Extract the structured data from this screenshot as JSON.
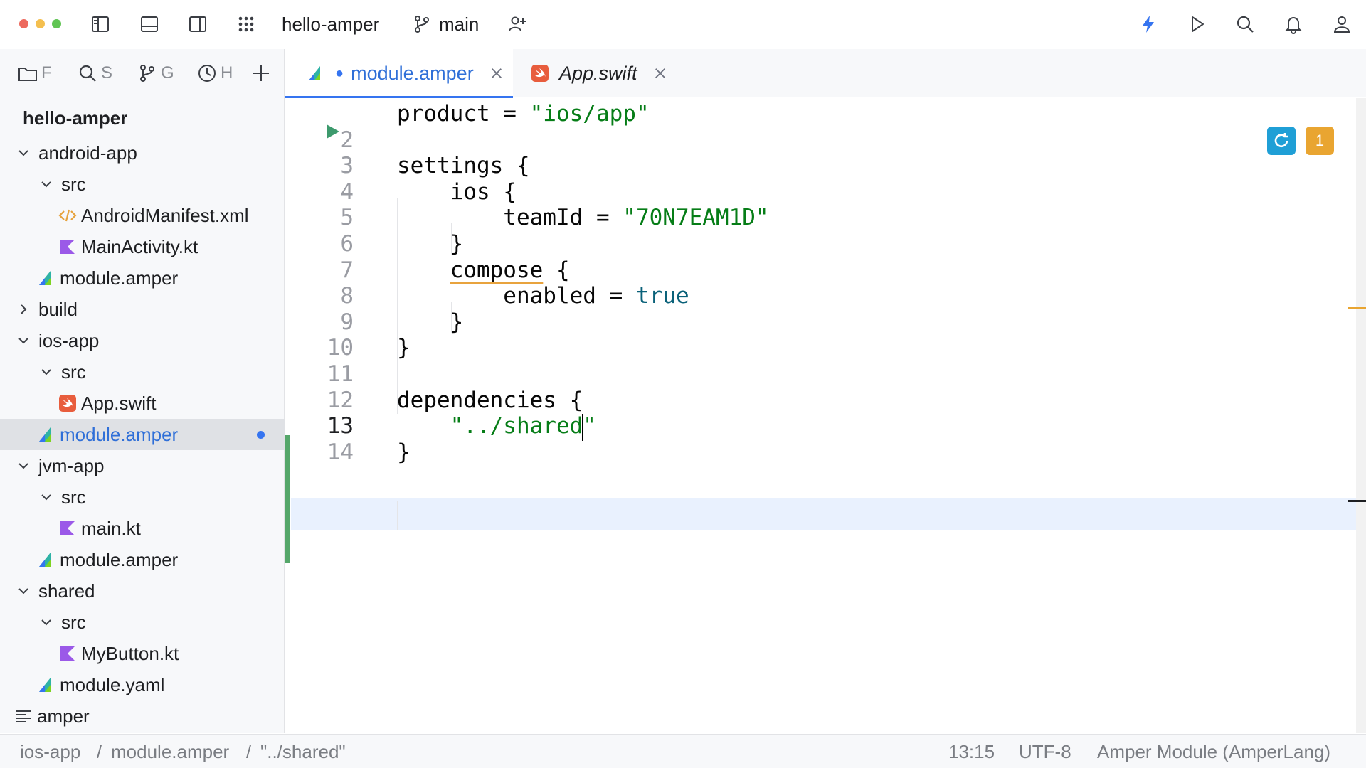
{
  "window": {
    "project_name": "hello-amper",
    "branch": "main"
  },
  "colors": {
    "accent": "#3574f0",
    "string": "#067d17",
    "keyword": "#0a6179",
    "warning": "#e9a531",
    "change_bar": "#55a76a",
    "kotlin": "#9b59e8",
    "swift": "#e85d3d",
    "xml": "#e6a23c"
  },
  "sidebar": {
    "tabs": [
      {
        "icon": "folder-icon",
        "label": "F"
      },
      {
        "icon": "search-icon",
        "label": "S"
      },
      {
        "icon": "branch-icon",
        "label": "G"
      },
      {
        "icon": "clock-icon",
        "label": "H"
      },
      {
        "icon": "plus-icon",
        "label": ""
      }
    ],
    "root": "hello-amper",
    "tree": [
      {
        "label": "android-app",
        "level": 0,
        "type": "folder",
        "expanded": true
      },
      {
        "label": "src",
        "level": 1,
        "type": "folder",
        "expanded": true
      },
      {
        "label": "AndroidManifest.xml",
        "level": 2,
        "type": "xml"
      },
      {
        "label": "MainActivity.kt",
        "level": 2,
        "type": "kotlin"
      },
      {
        "label": "module.amper",
        "level": 1,
        "type": "amper"
      },
      {
        "label": "build",
        "level": 0,
        "type": "folder",
        "expanded": false
      },
      {
        "label": "ios-app",
        "level": 0,
        "type": "folder",
        "expanded": true
      },
      {
        "label": "src",
        "level": 1,
        "type": "folder",
        "expanded": true
      },
      {
        "label": "App.swift",
        "level": 2,
        "type": "swift"
      },
      {
        "label": "module.amper",
        "level": 1,
        "type": "amper",
        "selected": true,
        "modified": true
      },
      {
        "label": "jvm-app",
        "level": 0,
        "type": "folder",
        "expanded": true
      },
      {
        "label": "src",
        "level": 1,
        "type": "folder",
        "expanded": true
      },
      {
        "label": "main.kt",
        "level": 2,
        "type": "kotlin"
      },
      {
        "label": "module.amper",
        "level": 1,
        "type": "amper"
      },
      {
        "label": "shared",
        "level": 0,
        "type": "folder",
        "expanded": true
      },
      {
        "label": "src",
        "level": 1,
        "type": "folder",
        "expanded": true
      },
      {
        "label": "MyButton.kt",
        "level": 2,
        "type": "kotlin"
      },
      {
        "label": "module.yaml",
        "level": 1,
        "type": "amper"
      },
      {
        "label": "amper",
        "level": 0,
        "type": "text"
      }
    ]
  },
  "editor_tabs": [
    {
      "label": "module.amper",
      "active": true,
      "modified": true,
      "icon": "amper-icon"
    },
    {
      "label": "App.swift",
      "active": false,
      "modified": false,
      "icon": "swift-icon"
    }
  ],
  "editor": {
    "inspection_count": "1",
    "lines": [
      {
        "n": "",
        "tokens": [
          {
            "t": "product = "
          },
          {
            "t": "\"ios/app\"",
            "c": "str"
          }
        ]
      },
      {
        "n": "2",
        "tokens": []
      },
      {
        "n": "3",
        "tokens": [
          {
            "t": "settings {"
          }
        ]
      },
      {
        "n": "4",
        "tokens": [
          {
            "t": "    ios {"
          }
        ]
      },
      {
        "n": "5",
        "tokens": [
          {
            "t": "        teamId = "
          },
          {
            "t": "\"70N7EAM1D\"",
            "c": "str"
          }
        ]
      },
      {
        "n": "6",
        "tokens": [
          {
            "t": "    }"
          }
        ]
      },
      {
        "n": "7",
        "tokens": [
          {
            "t": "    "
          },
          {
            "t": "compose",
            "c": "warn"
          },
          {
            "t": " {"
          }
        ]
      },
      {
        "n": "8",
        "tokens": [
          {
            "t": "        enabled = "
          },
          {
            "t": "true",
            "c": "kw"
          }
        ]
      },
      {
        "n": "9",
        "tokens": [
          {
            "t": "    }"
          }
        ]
      },
      {
        "n": "10",
        "tokens": [
          {
            "t": "}"
          }
        ]
      },
      {
        "n": "11",
        "tokens": []
      },
      {
        "n": "12",
        "tokens": [
          {
            "t": "dependencies {"
          }
        ]
      },
      {
        "n": "13",
        "tokens": [
          {
            "t": "    "
          },
          {
            "t": "\"../shared",
            "c": "str"
          },
          {
            "caret": true
          },
          {
            "t": "\"",
            "c": "str"
          }
        ],
        "current": true
      },
      {
        "n": "14",
        "tokens": [
          {
            "t": "}"
          }
        ]
      }
    ]
  },
  "statusbar": {
    "breadcrumb": [
      "ios-app",
      "module.amper",
      "\"../shared\""
    ],
    "position": "13:15",
    "encoding": "UTF-8",
    "language": "Amper Module (AmperLang)"
  }
}
